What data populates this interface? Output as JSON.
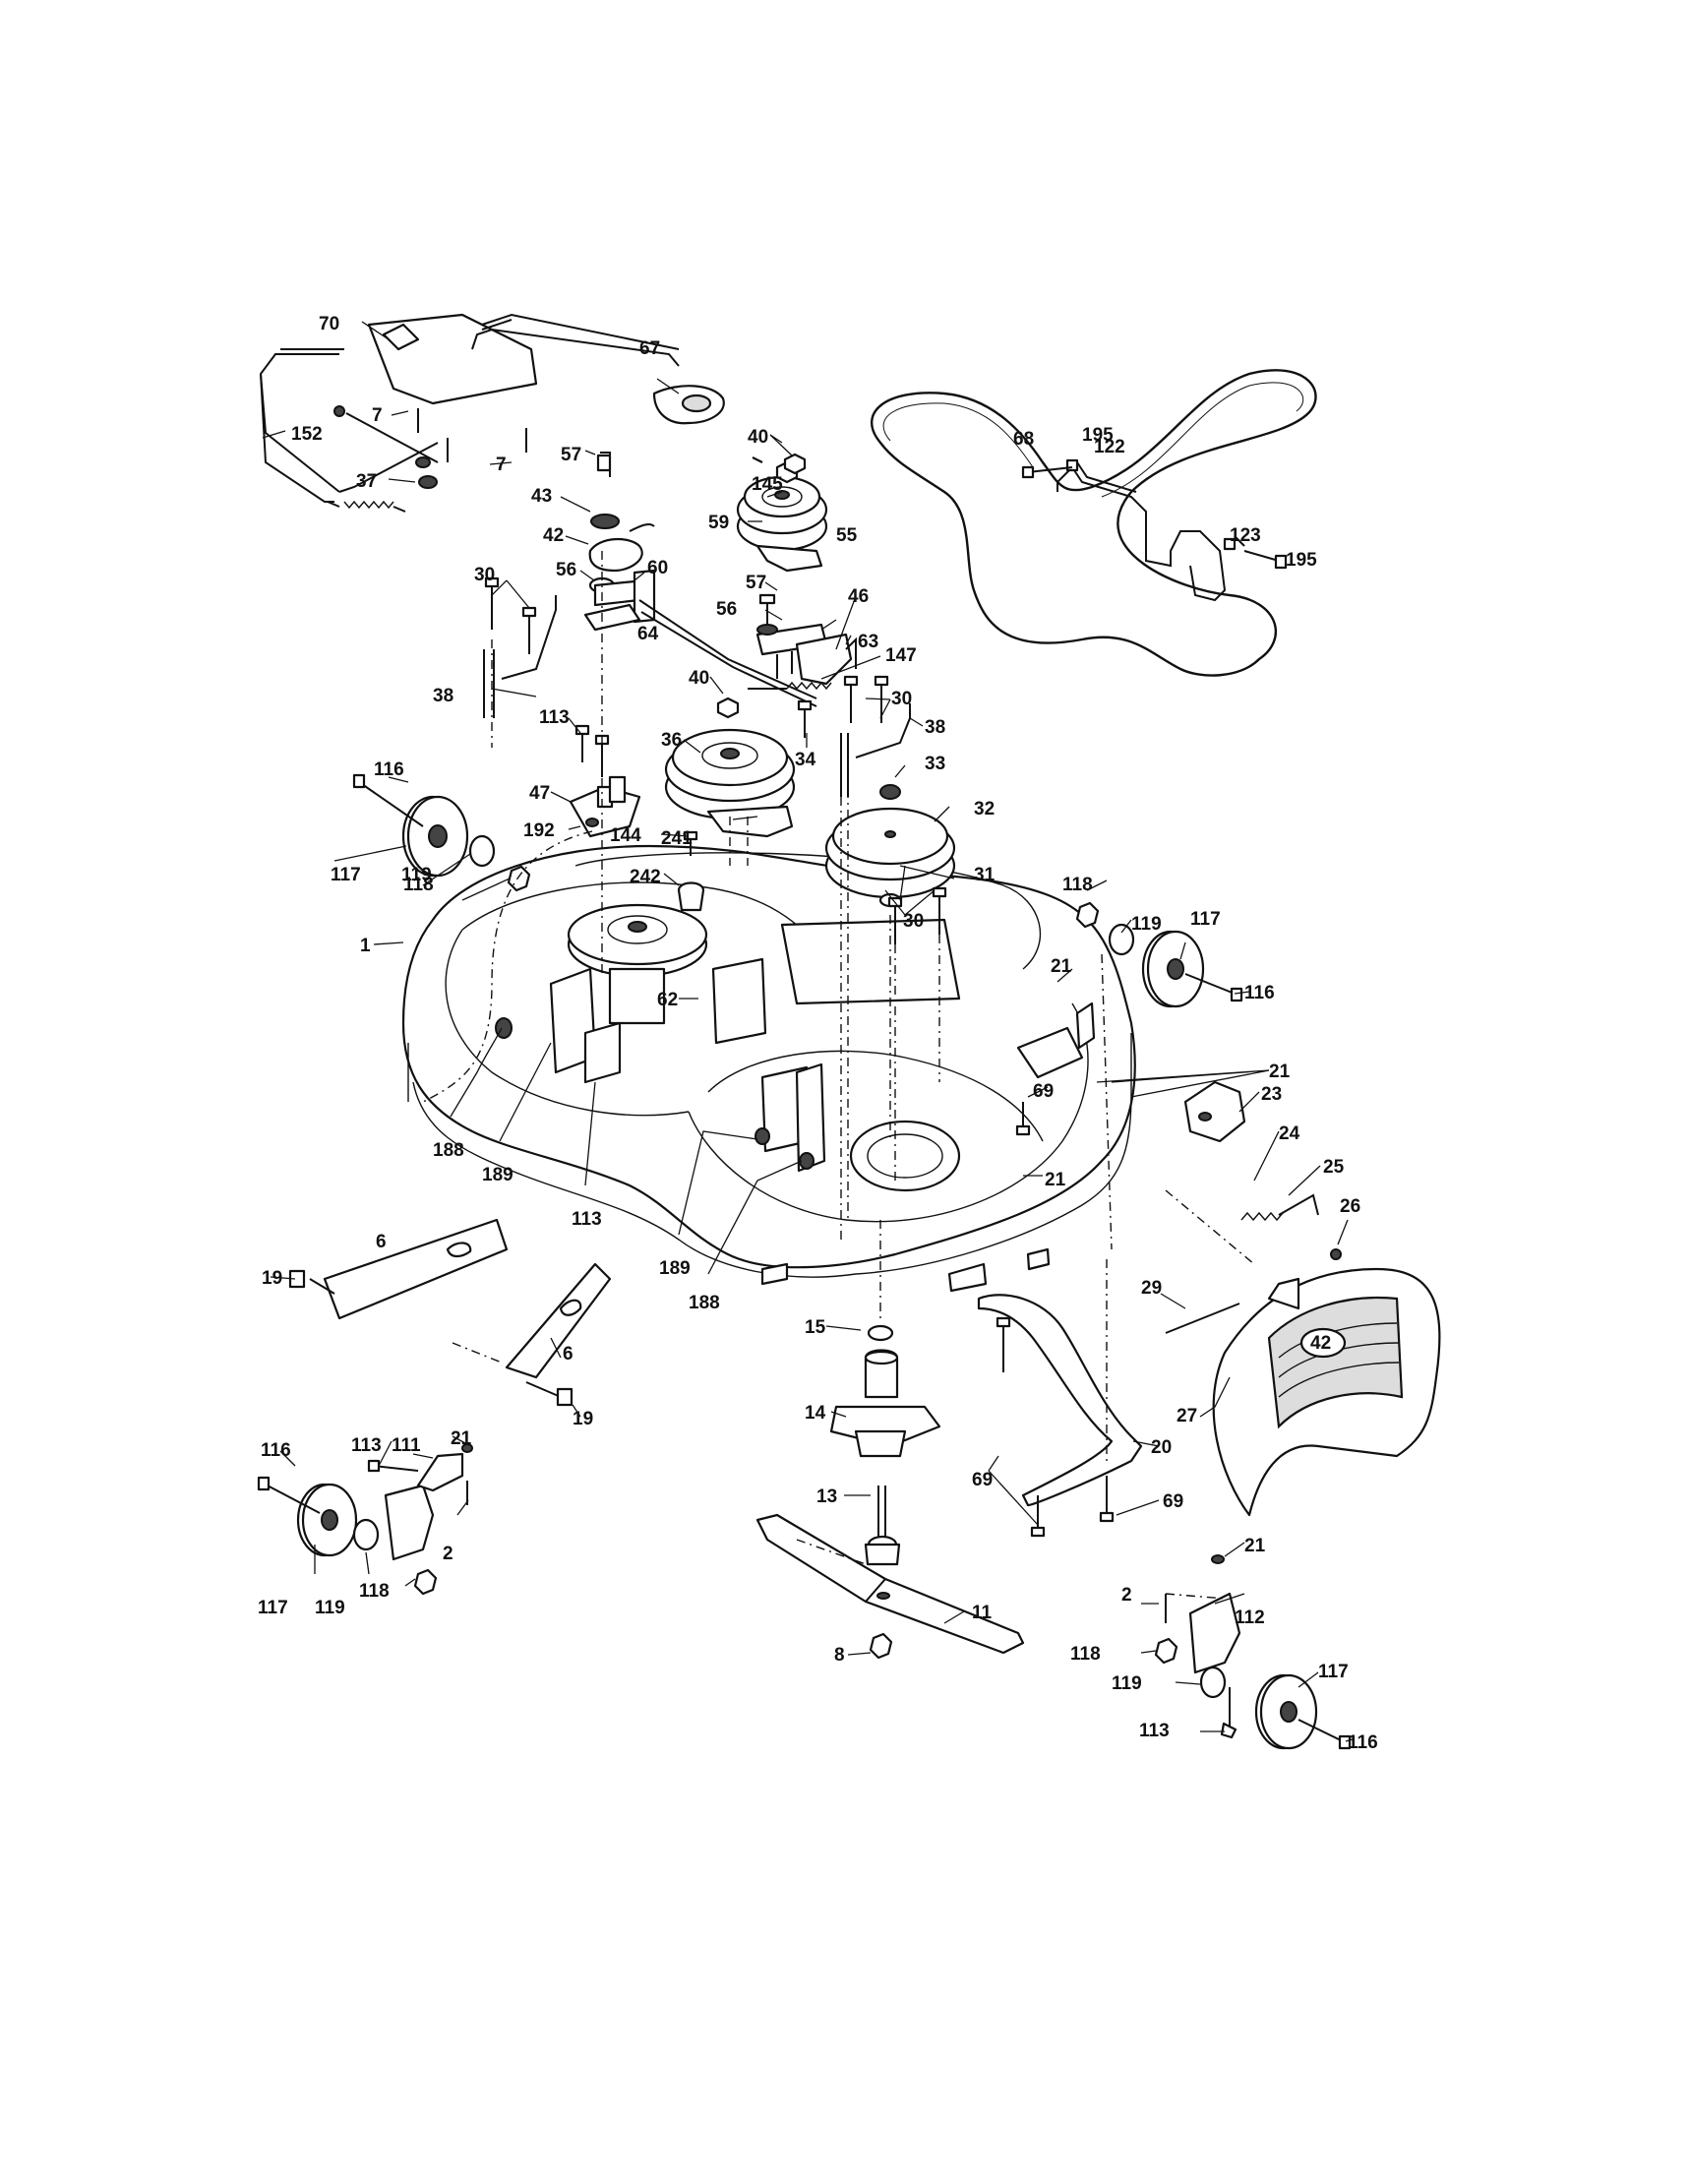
{
  "callouts": [
    {
      "id": "c1",
      "label": "1"
    },
    {
      "id": "c2a",
      "label": "2"
    },
    {
      "id": "c2b",
      "label": "2"
    },
    {
      "id": "c6a",
      "label": "6"
    },
    {
      "id": "c6b",
      "label": "6"
    },
    {
      "id": "c7a",
      "label": "7"
    },
    {
      "id": "c7b",
      "label": "7"
    },
    {
      "id": "c8",
      "label": "8"
    },
    {
      "id": "c11",
      "label": "11"
    },
    {
      "id": "c13",
      "label": "13"
    },
    {
      "id": "c14",
      "label": "14"
    },
    {
      "id": "c15",
      "label": "15"
    },
    {
      "id": "c19a",
      "label": "19"
    },
    {
      "id": "c19b",
      "label": "19"
    },
    {
      "id": "c20",
      "label": "20"
    },
    {
      "id": "c21a",
      "label": "21"
    },
    {
      "id": "c21b",
      "label": "21"
    },
    {
      "id": "c21c",
      "label": "21"
    },
    {
      "id": "c21d",
      "label": "21"
    },
    {
      "id": "c21e",
      "label": "21"
    },
    {
      "id": "c23",
      "label": "23"
    },
    {
      "id": "c24",
      "label": "24"
    },
    {
      "id": "c25",
      "label": "25"
    },
    {
      "id": "c26",
      "label": "26"
    },
    {
      "id": "c27",
      "label": "27"
    },
    {
      "id": "c29",
      "label": "29"
    },
    {
      "id": "c30a",
      "label": "30"
    },
    {
      "id": "c30b",
      "label": "30"
    },
    {
      "id": "c30c",
      "label": "30"
    },
    {
      "id": "c31",
      "label": "31"
    },
    {
      "id": "c32",
      "label": "32"
    },
    {
      "id": "c33",
      "label": "33"
    },
    {
      "id": "c34",
      "label": "34"
    },
    {
      "id": "c36",
      "label": "36"
    },
    {
      "id": "c37",
      "label": "37"
    },
    {
      "id": "c38a",
      "label": "38"
    },
    {
      "id": "c38b",
      "label": "38"
    },
    {
      "id": "c40a",
      "label": "40"
    },
    {
      "id": "c40b",
      "label": "40"
    },
    {
      "id": "c42",
      "label": "42"
    },
    {
      "id": "c43",
      "label": "43"
    },
    {
      "id": "c46",
      "label": "46"
    },
    {
      "id": "c47",
      "label": "47"
    },
    {
      "id": "c55",
      "label": "55"
    },
    {
      "id": "c56a",
      "label": "56"
    },
    {
      "id": "c56b",
      "label": "56"
    },
    {
      "id": "c57a",
      "label": "57"
    },
    {
      "id": "c57b",
      "label": "57"
    },
    {
      "id": "c59",
      "label": "59"
    },
    {
      "id": "c60",
      "label": "60"
    },
    {
      "id": "c62",
      "label": "62"
    },
    {
      "id": "c63",
      "label": "63"
    },
    {
      "id": "c64",
      "label": "64"
    },
    {
      "id": "c67",
      "label": "67"
    },
    {
      "id": "c68",
      "label": "68"
    },
    {
      "id": "c69a",
      "label": "69"
    },
    {
      "id": "c69b",
      "label": "69"
    },
    {
      "id": "c69c",
      "label": "69"
    },
    {
      "id": "c70",
      "label": "70"
    },
    {
      "id": "c111",
      "label": "111"
    },
    {
      "id": "c112",
      "label": "112"
    },
    {
      "id": "c113a",
      "label": "113"
    },
    {
      "id": "c113b",
      "label": "113"
    },
    {
      "id": "c113c",
      "label": "113"
    },
    {
      "id": "c113d",
      "label": "113"
    },
    {
      "id": "c116a",
      "label": "116"
    },
    {
      "id": "c116b",
      "label": "116"
    },
    {
      "id": "c116c",
      "label": "116"
    },
    {
      "id": "c116d",
      "label": "116"
    },
    {
      "id": "c117a",
      "label": "117"
    },
    {
      "id": "c117b",
      "label": "117"
    },
    {
      "id": "c117c",
      "label": "117"
    },
    {
      "id": "c117d",
      "label": "117"
    },
    {
      "id": "c118a",
      "label": "118"
    },
    {
      "id": "c118b",
      "label": "118"
    },
    {
      "id": "c118c",
      "label": "118"
    },
    {
      "id": "c118d",
      "label": "118"
    },
    {
      "id": "c119a",
      "label": "119"
    },
    {
      "id": "c119b",
      "label": "119"
    },
    {
      "id": "c119c",
      "label": "119"
    },
    {
      "id": "c119d",
      "label": "119"
    },
    {
      "id": "c122",
      "label": "122"
    },
    {
      "id": "c123",
      "label": "123"
    },
    {
      "id": "c144",
      "label": "144"
    },
    {
      "id": "c145",
      "label": "145"
    },
    {
      "id": "c147",
      "label": "147"
    },
    {
      "id": "c152",
      "label": "152"
    },
    {
      "id": "c188a",
      "label": "188"
    },
    {
      "id": "c188b",
      "label": "188"
    },
    {
      "id": "c189a",
      "label": "189"
    },
    {
      "id": "c189b",
      "label": "189"
    },
    {
      "id": "c192",
      "label": "192"
    },
    {
      "id": "c195a",
      "label": "195"
    },
    {
      "id": "c195b",
      "label": "195"
    },
    {
      "id": "c241",
      "label": "241"
    },
    {
      "id": "c242",
      "label": "242"
    }
  ],
  "chute_emblem": "42"
}
